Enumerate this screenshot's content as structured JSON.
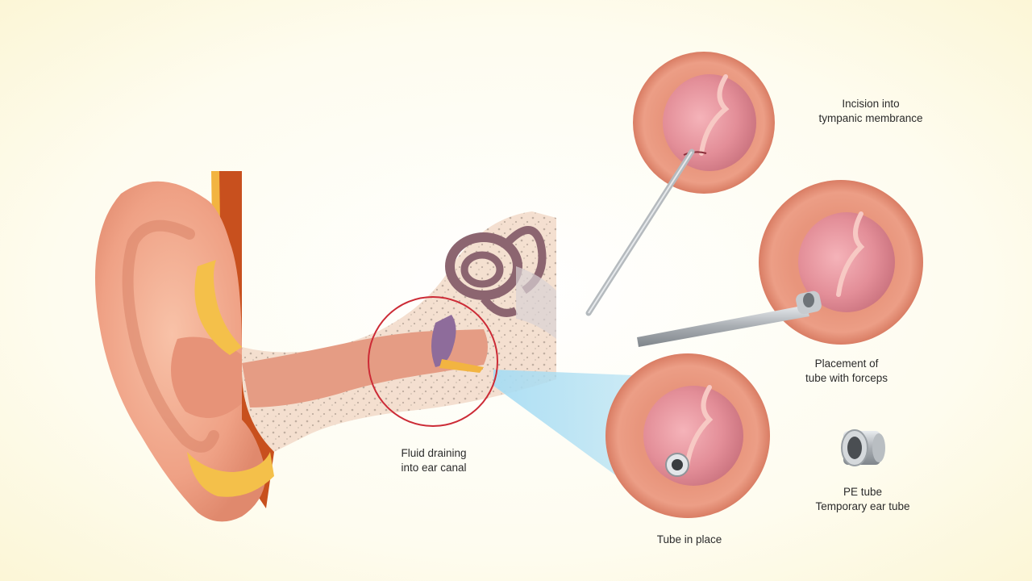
{
  "colors": {
    "background_center": "#FFFFFF",
    "background_edge": "#FBF5D2",
    "skin": "#F2A98E",
    "skin_dark": "#D9846B",
    "cartilage": "#F5C24B",
    "bone": "#EFD9C8",
    "eardrum": "#E58B95",
    "cochlea": "#8C6570",
    "callout_circle": "#CC2B36",
    "callout_beam": "#A9DDF3",
    "instrument": "#BFC3C7"
  },
  "labels": {
    "incision": [
      "Incision into",
      "tympanic membrance"
    ],
    "placement": [
      "Placement of",
      "tube with forceps"
    ],
    "tube_in_place": [
      "Tube in place"
    ],
    "pe_tube": [
      "PE tube",
      "Temporary ear tube"
    ],
    "fluid": [
      "Fluid draining",
      "into ear canal"
    ]
  }
}
